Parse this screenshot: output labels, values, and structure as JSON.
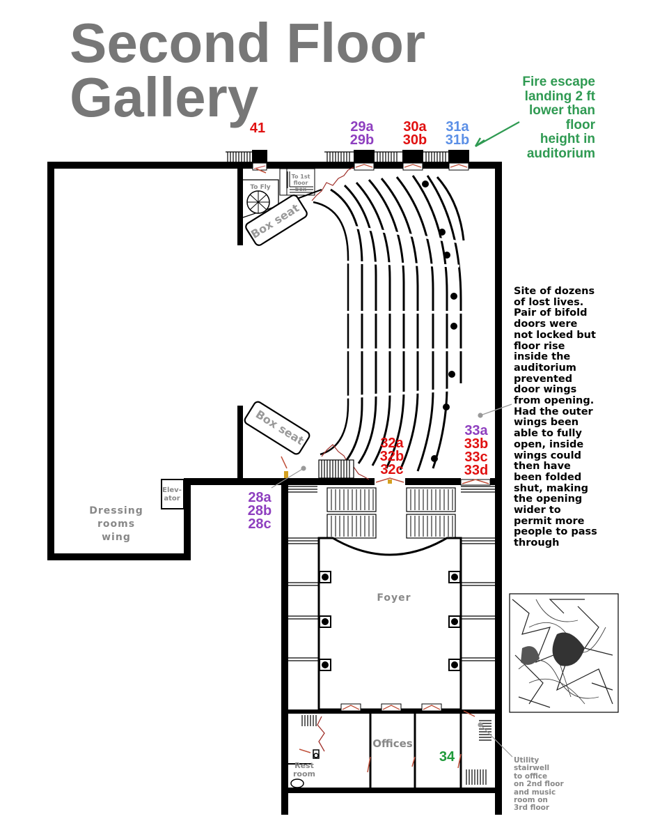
{
  "title": {
    "line1": "Second Floor",
    "line2": "Gallery"
  },
  "fire_escape_note": [
    "Fire escape",
    "landing 2 ft",
    "lower than",
    "floor",
    "height in",
    "auditorium"
  ],
  "site_note": [
    "Site of dozens",
    "of lost lives.",
    "Pair of bifold",
    "doors were",
    "not locked but",
    "floor rise",
    "inside the",
    "auditorium",
    "prevented",
    "door wings",
    "from opening.",
    "Had the outer",
    "wings been",
    "able to fully",
    "open, inside",
    "wings could",
    "then have",
    "been folded",
    "shut, making",
    "the opening",
    "wider to",
    "permit more",
    "people to pass",
    "through"
  ],
  "utility_note": [
    "Utility",
    "stairwell",
    "to office",
    "on 2nd floor",
    "and music",
    "room on",
    "3rd floor"
  ],
  "doors": {
    "d41": {
      "lines": [
        "41"
      ],
      "color": "#e01010"
    },
    "d29": {
      "lines": [
        "29a",
        "29b"
      ],
      "color": "#8e3fbf"
    },
    "d30": {
      "lines": [
        "30a",
        "30b"
      ],
      "color": "#e01010"
    },
    "d31": {
      "lines": [
        "31a",
        "31b"
      ],
      "color": "#5b8fe6"
    },
    "d32": {
      "lines": [
        "32a",
        "32b",
        "32c"
      ],
      "color": "#e01010"
    },
    "d33": {
      "lines": [
        "33a",
        "33b",
        "33c",
        "33d"
      ],
      "color": "#8e3fbf",
      "colors": [
        "#8e3fbf",
        "#e01010",
        "#e01010",
        "#e01010"
      ]
    },
    "d28": {
      "lines": [
        "28a",
        "28b",
        "28c"
      ],
      "color": "#8e3fbf"
    },
    "d34": {
      "lines": [
        "34"
      ],
      "color": "#1f9a3a"
    }
  },
  "rooms": {
    "to_fly": "To Fly",
    "to_first_floor": [
      "To 1st",
      "floor",
      "box"
    ],
    "box_seat_top": "Box seat",
    "box_seat_bottom": "Box seat",
    "elevator": [
      "Elev-",
      "ator"
    ],
    "dressing": [
      "Dressing",
      "rooms",
      "wing"
    ],
    "foyer": "Foyer",
    "offices": "Offices",
    "rest_room": [
      "Rest",
      "room"
    ]
  }
}
